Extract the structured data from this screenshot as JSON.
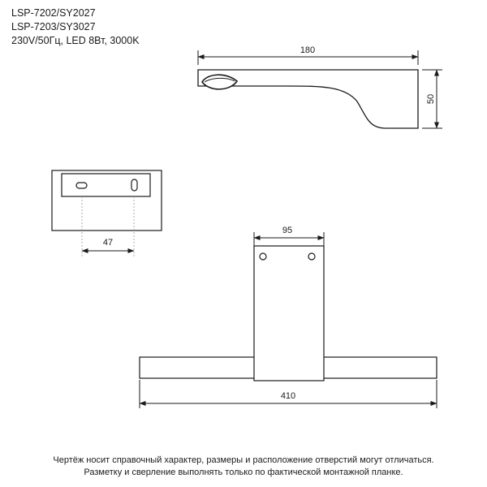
{
  "header": {
    "line1": "LSP-7202/SY2027",
    "line2": "LSP-7203/SY3027",
    "line3": "230V/50Гц, LED 8Вт, 3000K"
  },
  "dimensions": {
    "side_length": "180",
    "side_height": "50",
    "mount_holes": "47",
    "plate_width": "95",
    "total_length": "410"
  },
  "footer": {
    "line1": "Чертёж носит справочный характер, размеры и расположение отверстий могут отличаться.",
    "line2": "Разметку и сверление выполнять только по фактической монтажной планке."
  }
}
